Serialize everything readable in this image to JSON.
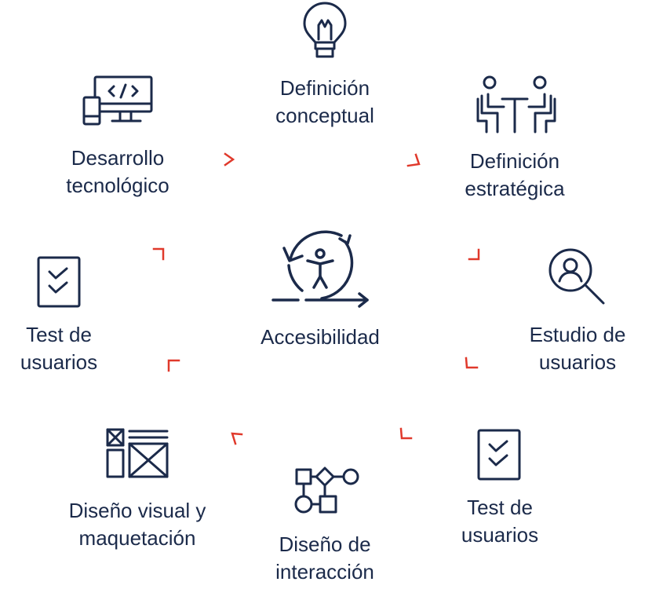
{
  "center": {
    "label": "Accesibilidad",
    "icon": "accessibility-cycle-icon"
  },
  "steps": [
    {
      "lines": [
        "Definición",
        "conceptual"
      ],
      "icon": "lightbulb-icon"
    },
    {
      "lines": [
        "Definición",
        "estratégica"
      ],
      "icon": "meeting-people-icon"
    },
    {
      "lines": [
        "Estudio de",
        "usuarios"
      ],
      "icon": "user-search-icon"
    },
    {
      "lines": [
        "Test de",
        "usuarios"
      ],
      "icon": "checklist-icon"
    },
    {
      "lines": [
        "Diseño de",
        "interacción"
      ],
      "icon": "flowchart-icon"
    },
    {
      "lines": [
        "Diseño visual y",
        "maquetación"
      ],
      "icon": "wireframe-icon"
    },
    {
      "lines": [
        "Test de",
        "usuarios"
      ],
      "icon": "checklist-icon"
    },
    {
      "lines": [
        "Desarrollo",
        "tecnológico"
      ],
      "icon": "computer-code-icon"
    }
  ],
  "colors": {
    "ink": "#1b2a4a",
    "accent": "#e0392b"
  }
}
